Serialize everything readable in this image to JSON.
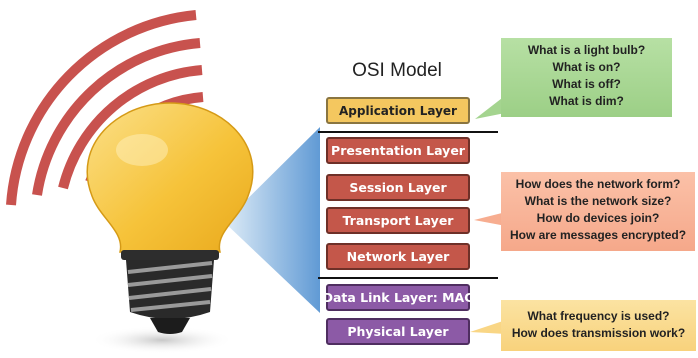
{
  "diagram": {
    "title": "OSI Model",
    "layers": [
      {
        "label": "Application Layer",
        "color": "#f4c75f"
      },
      {
        "label": "Presentation Layer",
        "color": "#c4574a"
      },
      {
        "label": "Session Layer",
        "color": "#c4574a"
      },
      {
        "label": "Transport Layer",
        "color": "#c4574a"
      },
      {
        "label": "Network Layer",
        "color": "#c4574a"
      },
      {
        "label": "Data Link Layer: MAC",
        "color": "#8c5aa6"
      },
      {
        "label": "Physical Layer",
        "color": "#8c5aa6"
      }
    ],
    "callouts": {
      "application": {
        "color": "#a9d894",
        "lines": [
          "What is a light bulb?",
          "What is on?",
          "What is  off?",
          "What is dim?"
        ]
      },
      "network_stack": {
        "color": "#f8b498",
        "lines": [
          "How does the network form?",
          "What is the network size?",
          "How do devices join?",
          "How are messages encrypted?"
        ]
      },
      "physical": {
        "color": "#fadb8c",
        "lines": [
          "What frequency is used?",
          "How does transmission work?"
        ]
      }
    },
    "icons": [
      "light-bulb-icon",
      "wireless-signal-icon"
    ]
  }
}
